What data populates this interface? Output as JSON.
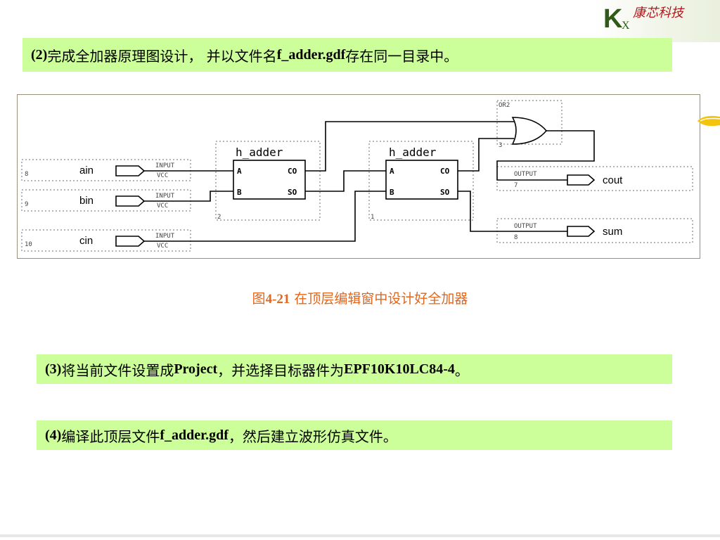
{
  "logo": {
    "letter": "K",
    "sub": "X",
    "company": "康芯科技"
  },
  "steps": {
    "step2": {
      "num": "(2)",
      "text_a": " 完成全加器原理图设计， 并以文件名",
      "file": "f_adder.gdf",
      "text_b": "存在同一目录中。"
    },
    "step3": {
      "num": "(3)",
      "text_a": " 将当前文件设置成",
      "proj": "Project",
      "text_b": "，并选择目标器件为",
      "device": "EPF10K10LC84-4",
      "text_c": "。"
    },
    "step4": {
      "num": "(4)",
      "text_a": " 编译此顶层文件",
      "file": "f_adder.gdf",
      "text_b": "，然后建立波形仿真文件。"
    }
  },
  "caption": {
    "fig": "图",
    "num": "4-21",
    "text": "  在顶层编辑窗中设计好全加器"
  },
  "schematic": {
    "inputs": [
      {
        "pin": "8",
        "name": "ain",
        "tag": "INPUT",
        "vcc": "VCC"
      },
      {
        "pin": "9",
        "name": "bin",
        "tag": "INPUT",
        "vcc": "VCC"
      },
      {
        "pin": "10",
        "name": "cin",
        "tag": "INPUT",
        "vcc": "VCC"
      }
    ],
    "half_adders": [
      {
        "title": "h_adder",
        "port_a": "A",
        "port_b": "B",
        "port_co": "CO",
        "port_so": "SO",
        "inst": "2"
      },
      {
        "title": "h_adder",
        "port_a": "A",
        "port_b": "B",
        "port_co": "CO",
        "port_so": "SO",
        "inst": "1"
      }
    ],
    "or_gate": {
      "name": "OR2",
      "inst": "3"
    },
    "outputs": [
      {
        "pin": "7",
        "name": "cout",
        "tag": "OUTPUT"
      },
      {
        "pin": "8",
        "name": "sum",
        "tag": "OUTPUT"
      }
    ]
  }
}
